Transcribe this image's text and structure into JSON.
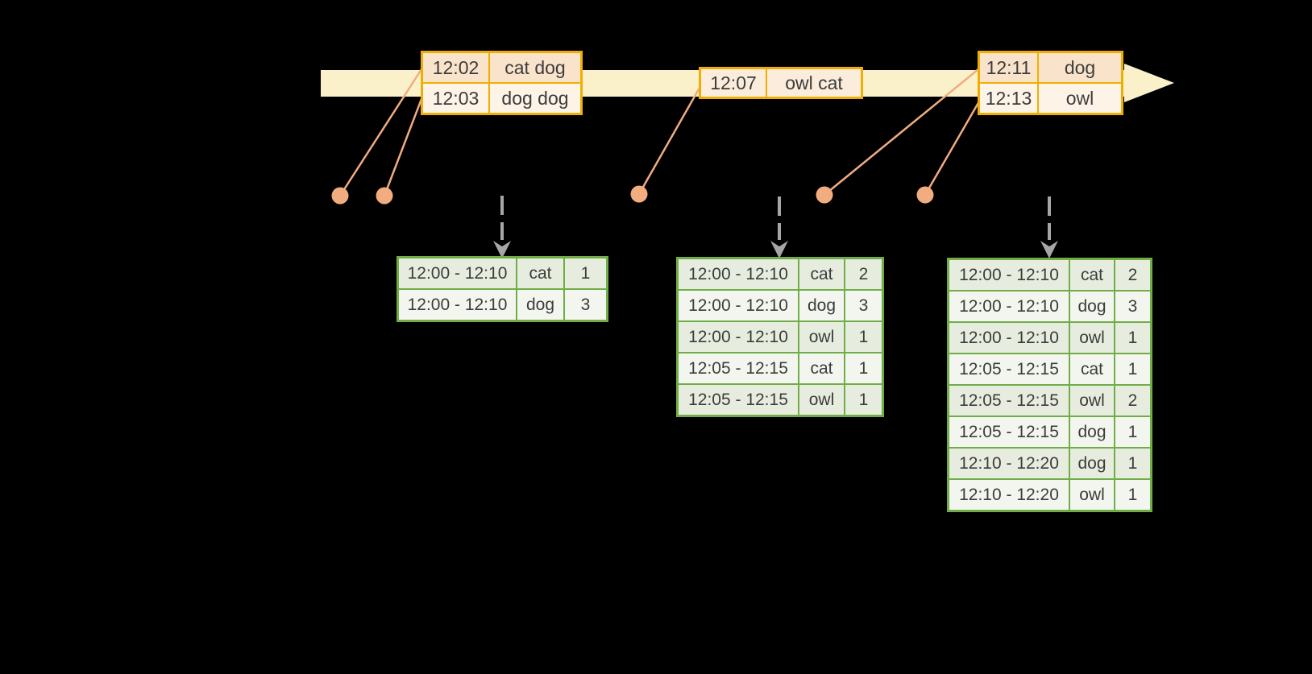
{
  "palette": {
    "background": "#000000",
    "timeline-fill": "#FAF1CA",
    "event-border": "#F0AF00",
    "event-row-dark": "#FAE3CB",
    "event-row-light": "#FDF3E7",
    "event-row-mid": "#FBECDB",
    "dot-color": "#F1AC80",
    "connector-color": "#F1AC80",
    "arrow-gray": "#A6A6A6",
    "result-border": "#70AD47",
    "result-row-dark": "#E7EDDE",
    "result-row-light": "#F3F6EF",
    "text-color": "#3C3C3C"
  },
  "event_tables": [
    {
      "rows": [
        {
          "time": "12:02",
          "words": "cat dog"
        },
        {
          "time": "12:03",
          "words": "dog dog"
        }
      ]
    },
    {
      "rows": [
        {
          "time": "12:07",
          "words": "owl cat"
        }
      ]
    },
    {
      "rows": [
        {
          "time": "12:11",
          "words": "dog"
        },
        {
          "time": "12:13",
          "words": "owl"
        }
      ]
    }
  ],
  "result_tables": [
    {
      "rows": [
        {
          "window": "12:00 - 12:10",
          "word": "cat",
          "count": "1"
        },
        {
          "window": "12:00 - 12:10",
          "word": "dog",
          "count": "3"
        }
      ]
    },
    {
      "rows": [
        {
          "window": "12:00 - 12:10",
          "word": "cat",
          "count": "2"
        },
        {
          "window": "12:00 - 12:10",
          "word": "dog",
          "count": "3"
        },
        {
          "window": "12:00 - 12:10",
          "word": "owl",
          "count": "1"
        },
        {
          "window": "12:05 - 12:15",
          "word": "cat",
          "count": "1"
        },
        {
          "window": "12:05 - 12:15",
          "word": "owl",
          "count": "1"
        }
      ]
    },
    {
      "rows": [
        {
          "window": "12:00 - 12:10",
          "word": "cat",
          "count": "2"
        },
        {
          "window": "12:00 - 12:10",
          "word": "dog",
          "count": "3"
        },
        {
          "window": "12:00 - 12:10",
          "word": "owl",
          "count": "1"
        },
        {
          "window": "12:05 - 12:15",
          "word": "cat",
          "count": "1"
        },
        {
          "window": "12:05 - 12:15",
          "word": "owl",
          "count": "2"
        },
        {
          "window": "12:05 - 12:15",
          "word": "dog",
          "count": "1"
        },
        {
          "window": "12:10 - 12:20",
          "word": "dog",
          "count": "1"
        },
        {
          "window": "12:10 - 12:20",
          "word": "owl",
          "count": "1"
        }
      ]
    }
  ]
}
